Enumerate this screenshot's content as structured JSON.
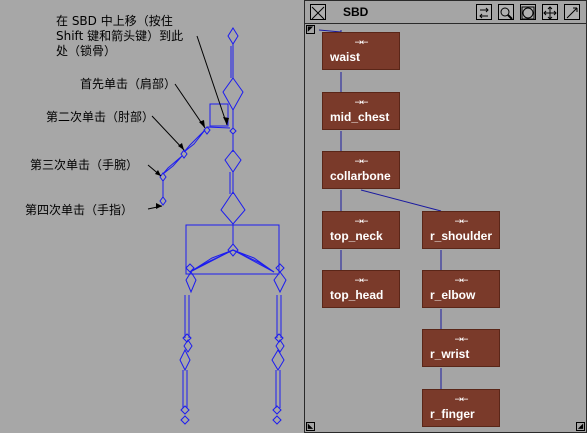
{
  "annotations": {
    "note_shift_line1": "在 SBD 中上移（按住",
    "note_shift_line2": "Shift 键和箭头键）到此",
    "note_shift_line3": "处（锁骨）",
    "first_click": "首先单击（肩部）",
    "second_click": "第二次单击（肘部）",
    "third_click": "第三次单击（手腕）",
    "fourth_click": "第四次单击（手指）"
  },
  "sbd": {
    "title": "SBD",
    "toolbar_icons": [
      "swap-icon",
      "zoom-icon",
      "frame-all-icon",
      "pan-icon"
    ],
    "nodes": [
      {
        "id": "waist",
        "label": "waist"
      },
      {
        "id": "mid_chest",
        "label": "mid_chest"
      },
      {
        "id": "collarbone",
        "label": "collarbone"
      },
      {
        "id": "top_neck",
        "label": "top_neck"
      },
      {
        "id": "top_head",
        "label": "top_head"
      },
      {
        "id": "r_shoulder",
        "label": "r_shoulder"
      },
      {
        "id": "r_elbow",
        "label": "r_elbow"
      },
      {
        "id": "r_wrist",
        "label": "r_wrist"
      },
      {
        "id": "r_finger",
        "label": "r_finger"
      }
    ],
    "node_arrows": "→←",
    "edges": [
      [
        "waist",
        "mid_chest"
      ],
      [
        "mid_chest",
        "collarbone"
      ],
      [
        "collarbone",
        "top_neck"
      ],
      [
        "collarbone",
        "r_shoulder"
      ],
      [
        "top_neck",
        "top_head"
      ],
      [
        "r_shoulder",
        "r_elbow"
      ],
      [
        "r_elbow",
        "r_wrist"
      ],
      [
        "r_wrist",
        "r_finger"
      ]
    ]
  },
  "colors": {
    "viewport_bg": "#a7a7a7",
    "skeleton": "#1c1cf0",
    "node_fill": "#7a3a2a",
    "node_text": "#ffffff",
    "edge": "#1a1aa0"
  }
}
